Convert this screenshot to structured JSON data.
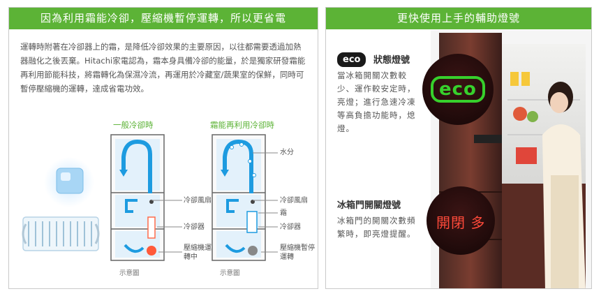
{
  "left": {
    "title": "因為利用霜能冷卻，壓縮機暫停運轉，所以更省電",
    "paragraph": "運轉時附著在冷卻器上的霜，是降低冷卻效果的主要原因，以往都需要透過加熱器融化之後丟棄。Hitachi家電認為，霜本身具備冷卻的能量，於是獨家研發霜能再利用節能科技，將霜轉化為保濕冷流，再運用於冷藏室/蔬果室的保鮮，同時可暫停壓縮機的運轉，達成省電功效。",
    "normal": {
      "title": "一般冷卻時",
      "fan": "冷卻風扇",
      "cooler": "冷卻器",
      "compressor": "壓縮機運轉中",
      "note": "示意圖"
    },
    "frost": {
      "title": "霜能再利用冷卻時",
      "moisture": "水分",
      "fan": "冷卻風扇",
      "frost": "霜",
      "cooler": "冷卻器",
      "compressor": "壓縮機暫停運轉",
      "note": "示意圖"
    }
  },
  "right": {
    "title": "更快使用上手的輔助燈號",
    "eco_badge": "eco",
    "eco_title": "狀態燈號",
    "eco_text": "當冰箱開關次數較少、運作較安定時，亮燈；進行急速冷凍等高負擔功能時，熄燈。",
    "eco_big": "eco",
    "door_title": "冰箱門開關燈號",
    "door_text": "冰箱門的開關次數頻繁時，即亮燈提醒。",
    "door_big": "開閉 多"
  },
  "colors": {
    "accent_green": "#5cb336",
    "eco_green": "#37d02c",
    "warn_red": "#ff4a3a",
    "flow_blue": "#1d9be0"
  }
}
